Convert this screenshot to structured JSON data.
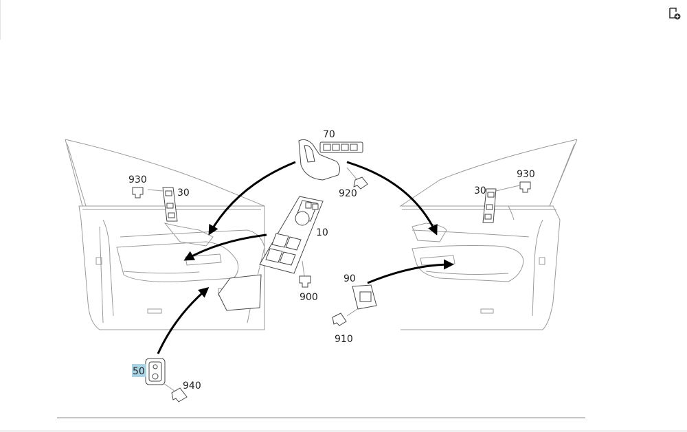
{
  "toolbar": {
    "corner_icon": "add-to-page-icon"
  },
  "callouts": {
    "c70": "70",
    "c920": "920",
    "c10": "10",
    "c900": "900",
    "c930_left": "930",
    "c30_left": "30",
    "c930_right": "930",
    "c30_right": "30",
    "c90": "90",
    "c910": "910",
    "c50": "50",
    "c940": "940"
  },
  "highlight": {
    "label": "50",
    "color": "#a9d4e6"
  },
  "colors": {
    "arrow": "#000000",
    "door_lines": "#9a9a9a",
    "parts": "#444444"
  }
}
